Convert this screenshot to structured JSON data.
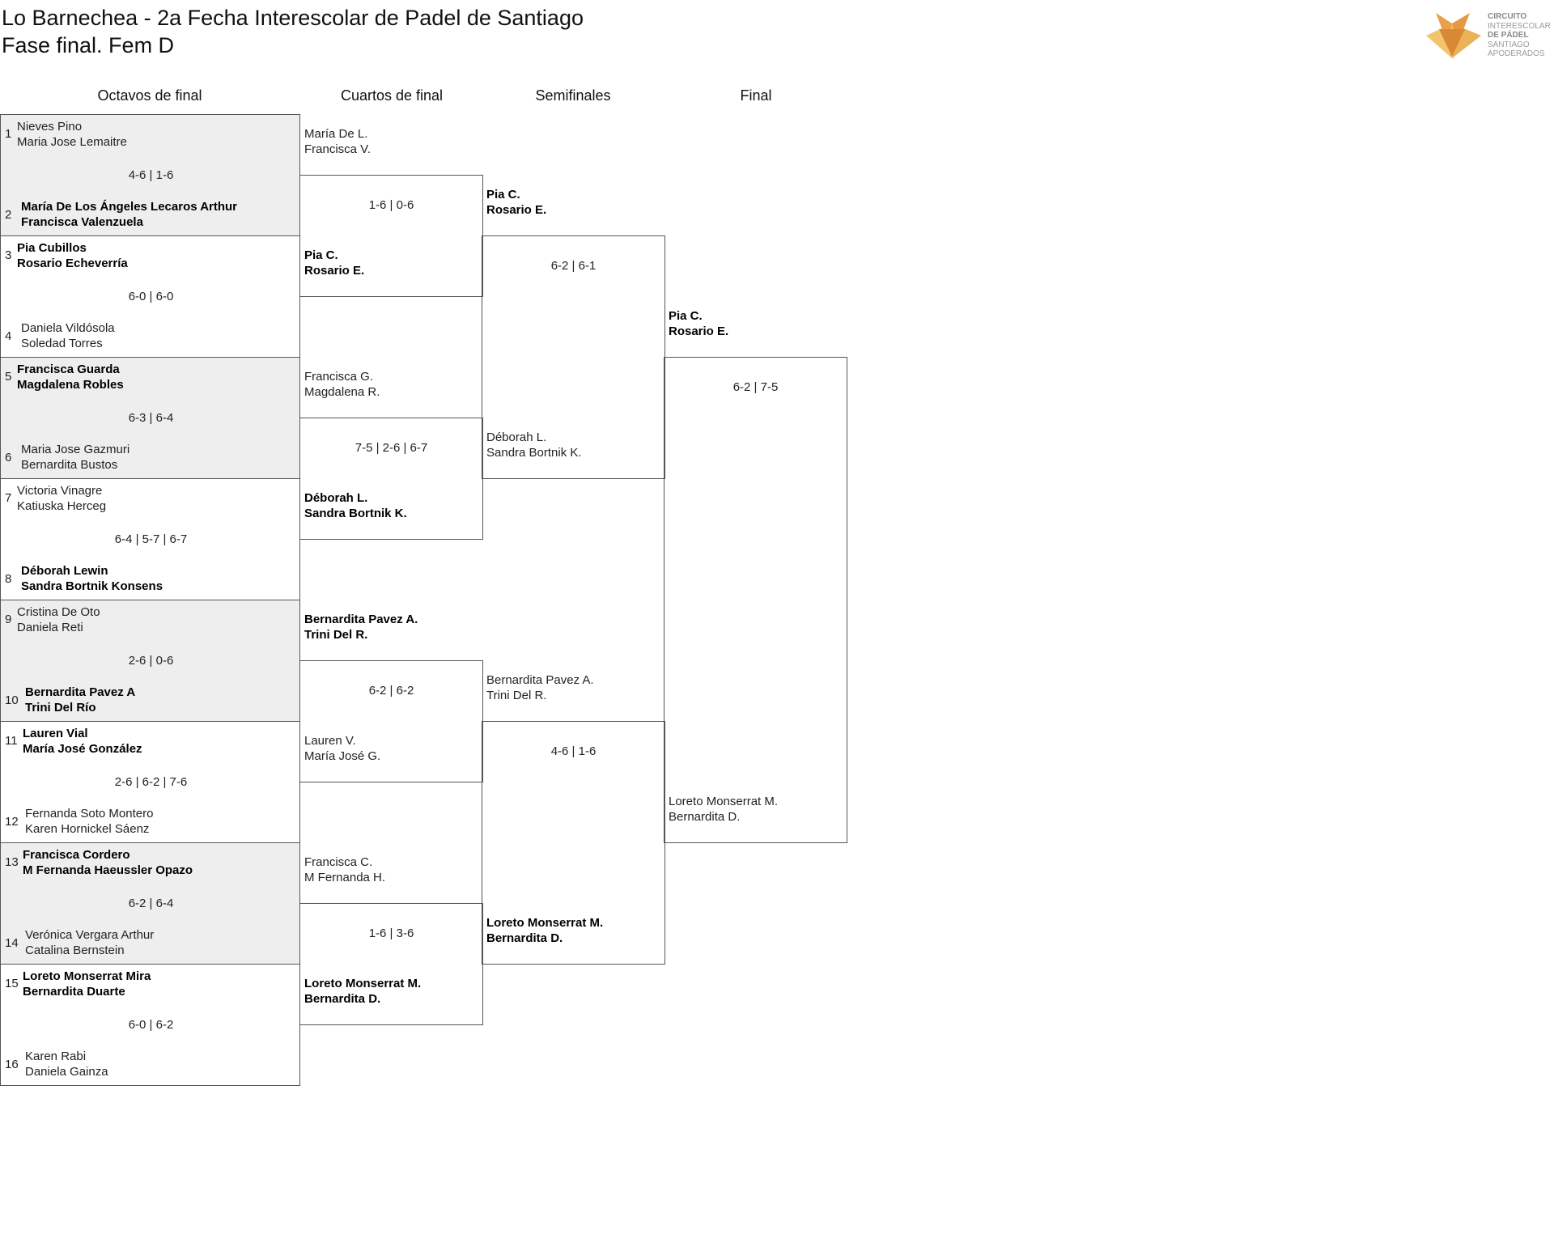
{
  "header": {
    "title": "Lo Barnechea - 2a Fecha Interescolar de Padel de Santiago",
    "subtitle": "Fase final. Fem D",
    "logo_lines": [
      "CIRCUITO",
      "INTERESCOLAR",
      "DE PÁDEL",
      "SANTIAGO",
      "APODERADOS"
    ]
  },
  "rounds": [
    "Octavos de final",
    "Cuartos de final",
    "Semifinales",
    "Final"
  ],
  "r16": [
    {
      "seed_a": "1",
      "a1": "Nieves Pino",
      "a2": "Maria Jose Lemaitre",
      "a_win": false,
      "score": "4-6 | 1-6",
      "seed_b": "2",
      "b1": "María De Los Ángeles Lecaros Arthur",
      "b2": "Francisca Valenzuela",
      "b_win": true
    },
    {
      "seed_a": "3",
      "a1": "Pia Cubillos",
      "a2": "Rosario Echeverría",
      "a_win": true,
      "score": "6-0 | 6-0",
      "seed_b": "4",
      "b1": "Daniela Vildósola",
      "b2": "Soledad Torres",
      "b_win": false
    },
    {
      "seed_a": "5",
      "a1": "Francisca Guarda",
      "a2": "Magdalena Robles",
      "a_win": true,
      "score": "6-3 | 6-4",
      "seed_b": "6",
      "b1": "Maria Jose Gazmuri",
      "b2": "Bernardita Bustos",
      "b_win": false
    },
    {
      "seed_a": "7",
      "a1": "Victoria Vinagre",
      "a2": "Katiuska Herceg",
      "a_win": false,
      "score": "6-4 | 5-7 | 6-7",
      "seed_b": "8",
      "b1": "Déborah Lewin",
      "b2": "Sandra Bortnik Konsens",
      "b_win": true
    },
    {
      "seed_a": "9",
      "a1": "Cristina De Oto",
      "a2": "Daniela Reti",
      "a_win": false,
      "score": "2-6 | 0-6",
      "seed_b": "10",
      "b1": "Bernardita Pavez A",
      "b2": "Trini Del Río",
      "b_win": true
    },
    {
      "seed_a": "11",
      "a1": "Lauren Vial",
      "a2": "María José González",
      "a_win": true,
      "score": "2-6 | 6-2 | 7-6",
      "seed_b": "12",
      "b1": "Fernanda Soto Montero",
      "b2": "Karen Hornickel Sáenz",
      "b_win": false
    },
    {
      "seed_a": "13",
      "a1": "Francisca Cordero",
      "a2": "M Fernanda Haeussler Opazo",
      "a_win": true,
      "score": "6-2 | 6-4",
      "seed_b": "14",
      "b1": "Verónica Vergara Arthur",
      "b2": "Catalina Bernstein",
      "b_win": false
    },
    {
      "seed_a": "15",
      "a1": "Loreto Monserrat Mira",
      "a2": "Bernardita Duarte",
      "a_win": true,
      "score": "6-0 | 6-2",
      "seed_b": "16",
      "b1": "Karen Rabi",
      "b2": "Daniela Gainza",
      "b_win": false
    }
  ],
  "qf": [
    {
      "a1": "María De L.",
      "a2": "Francisca V.",
      "a_win": false,
      "score": "1-6 | 0-6",
      "b1": "Pia C.",
      "b2": "Rosario E.",
      "b_win": true
    },
    {
      "a1": "Francisca G.",
      "a2": "Magdalena R.",
      "a_win": false,
      "score": "7-5 | 2-6 | 6-7",
      "b1": "Déborah L.",
      "b2": "Sandra Bortnik K.",
      "b_win": true
    },
    {
      "a1": "Bernardita Pavez A.",
      "a2": "Trini Del R.",
      "a_win": true,
      "score": "6-2 | 6-2",
      "b1": "Lauren V.",
      "b2": "María José G.",
      "b_win": false
    },
    {
      "a1": "Francisca C.",
      "a2": "M Fernanda H.",
      "a_win": false,
      "score": "1-6 | 3-6",
      "b1": "Loreto Monserrat M.",
      "b2": "Bernardita D.",
      "b_win": true
    }
  ],
  "sf": [
    {
      "a1": "Pia C.",
      "a2": "Rosario E.",
      "a_win": true,
      "score": "6-2 | 6-1",
      "b1": "Déborah L.",
      "b2": "Sandra Bortnik K.",
      "b_win": false
    },
    {
      "a1": "Bernardita Pavez A.",
      "a2": "Trini Del R.",
      "a_win": false,
      "score": "4-6 | 1-6",
      "b1": "Loreto Monserrat M.",
      "b2": "Bernardita D.",
      "b_win": true
    }
  ],
  "final": [
    {
      "a1": "Pia C.",
      "a2": "Rosario E.",
      "a_win": true,
      "score": "6-2 | 7-5",
      "b1": "Loreto Monserrat M.",
      "b2": "Bernardita D.",
      "b_win": false
    }
  ]
}
